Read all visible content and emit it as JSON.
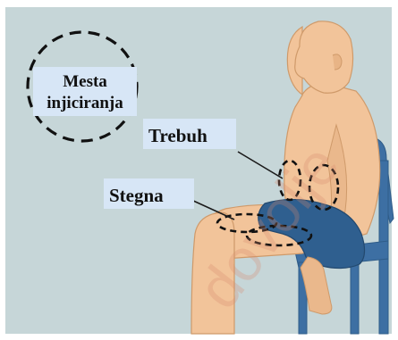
{
  "legend": {
    "line1": "Mesta",
    "line2": "injiciranja"
  },
  "labels": {
    "abdomen": "Trebuh",
    "thigh": "Stegna"
  },
  "watermark": "dovolje",
  "colors": {
    "background": "#c6d6d8",
    "skin": "#f2c49a",
    "skin_shadow": "#e2a877",
    "shorts": "#2f5f8f",
    "chair": "#3d6fa3",
    "label_box": "#d7e6f6",
    "dash": "#111111",
    "watermark": "#d98a6b"
  }
}
